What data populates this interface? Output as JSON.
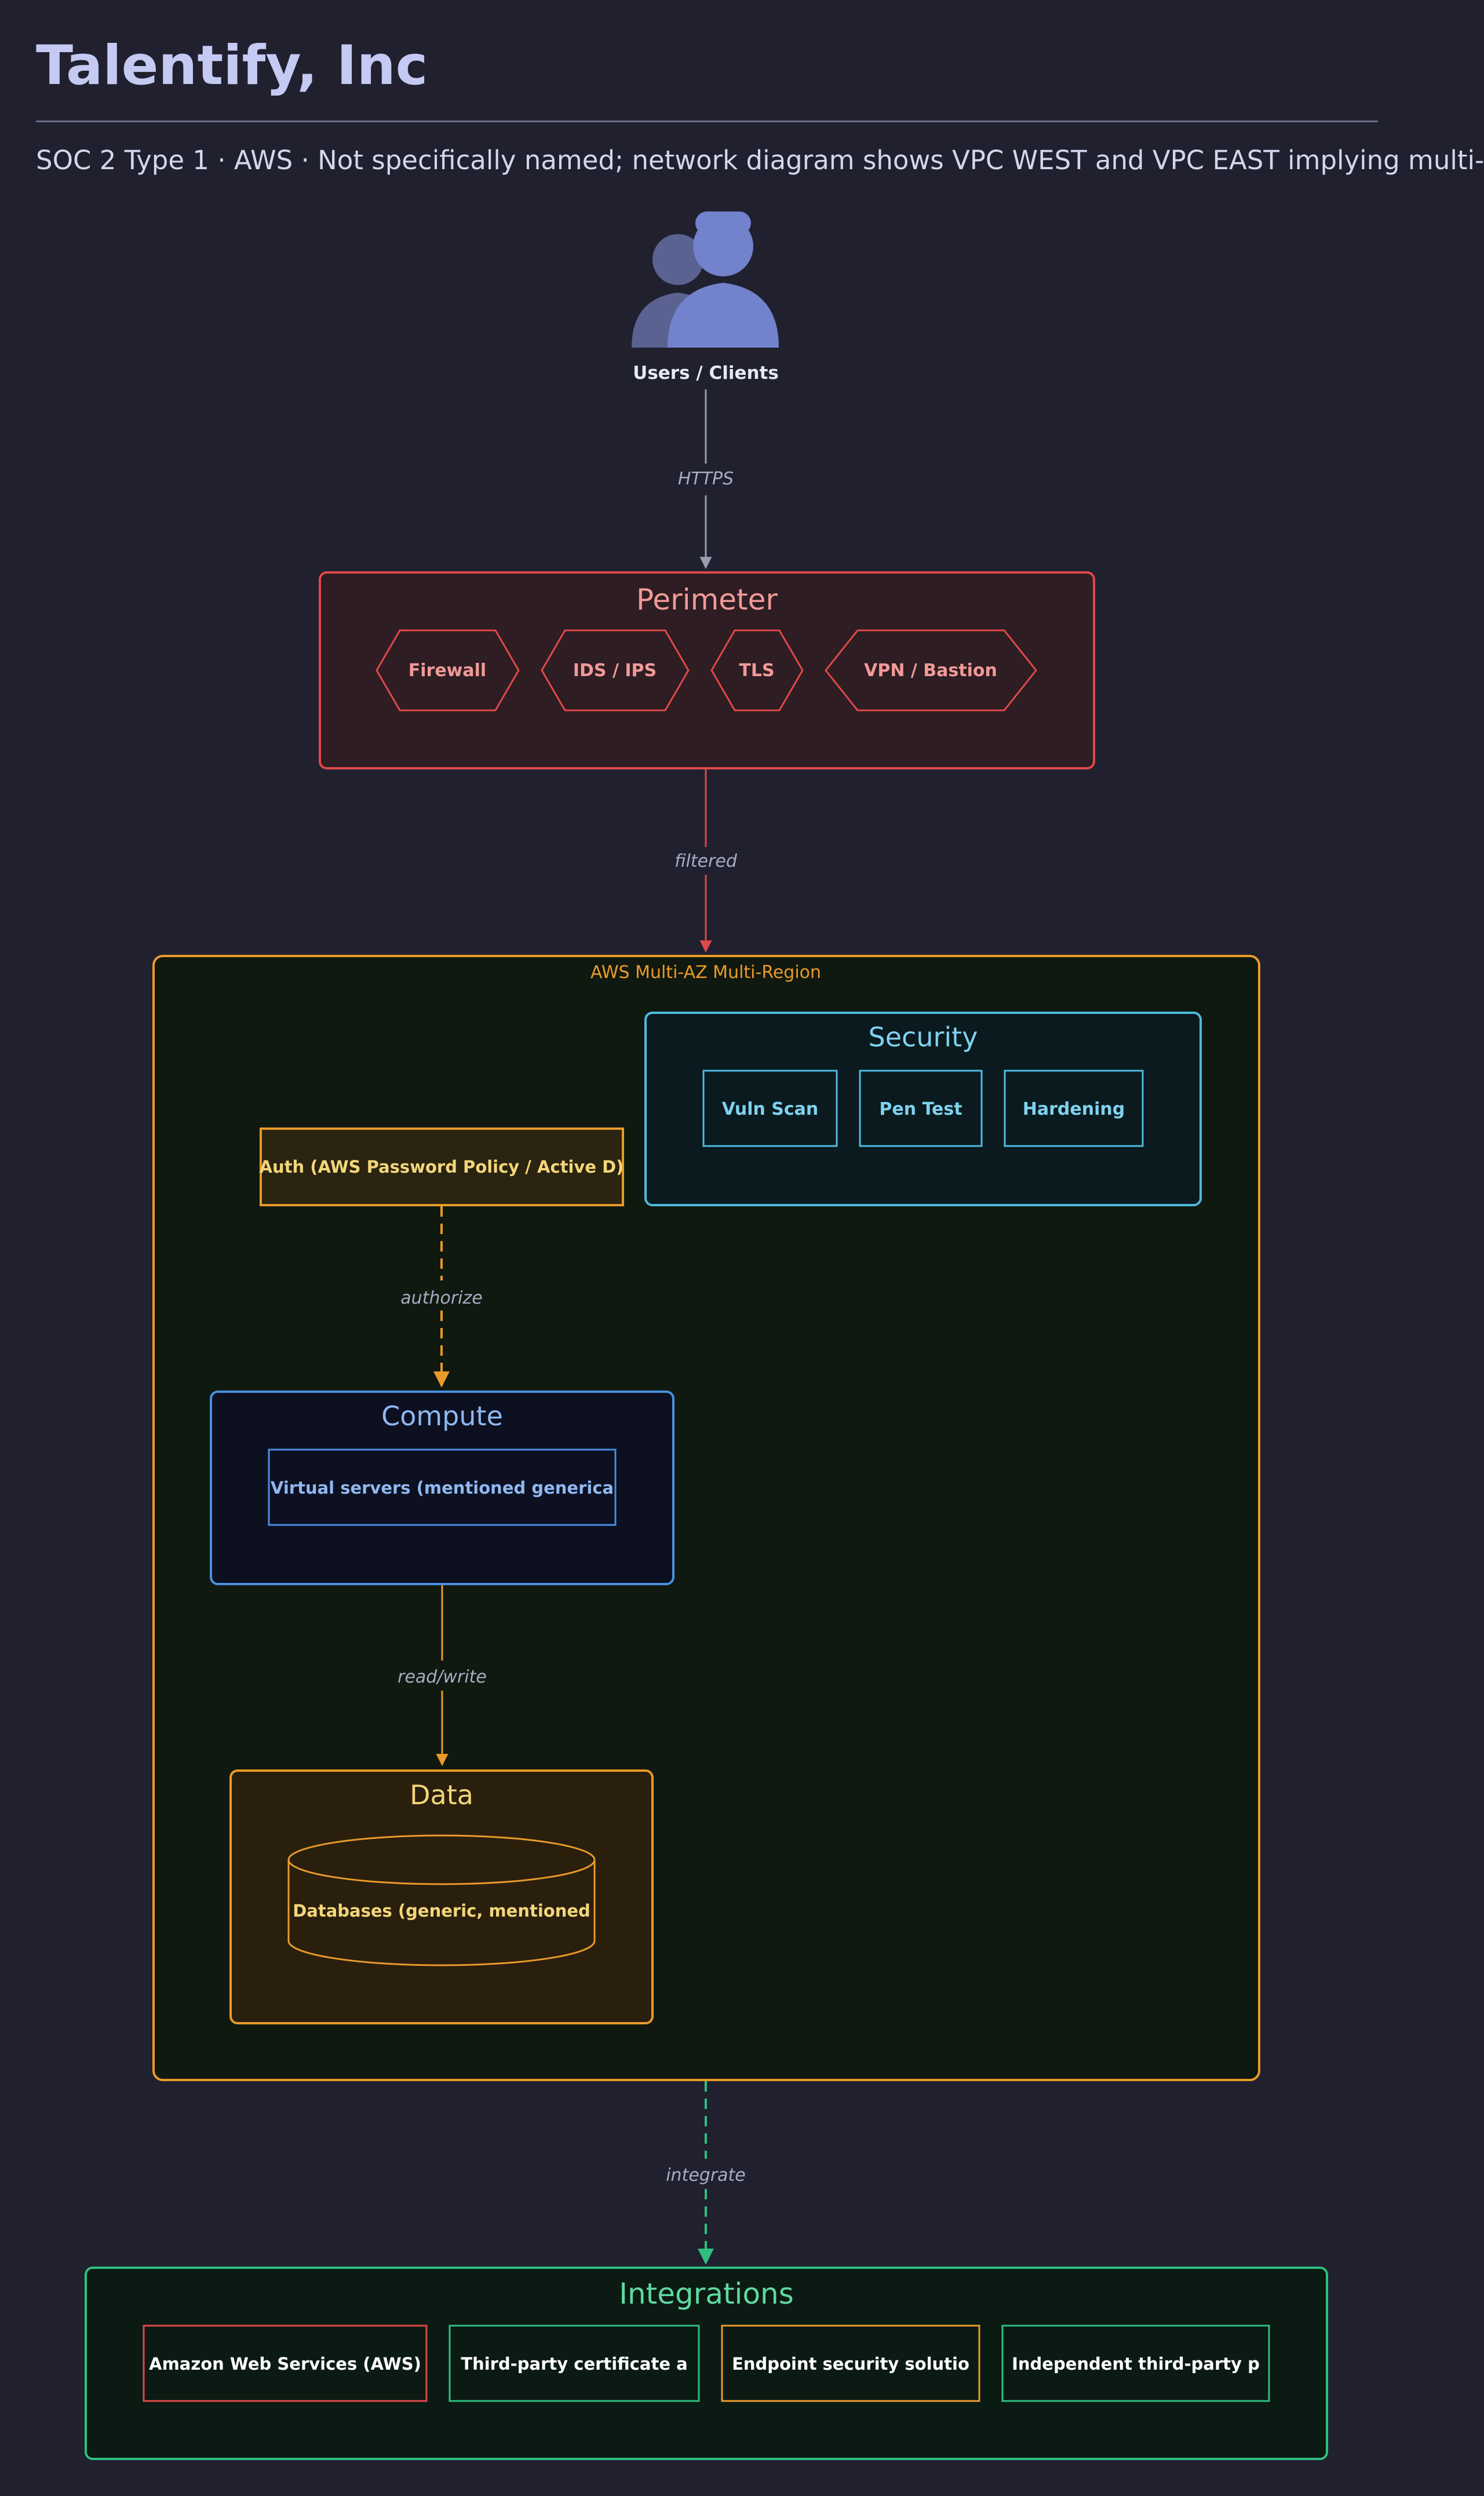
{
  "header": {
    "title": "Talentify, Inc",
    "subtitle": "SOC 2 Type 1 · AWS · Not specifically named; network diagram shows VPC WEST and VPC EAST implying multi-"
  },
  "colors": {
    "background": "#20202f",
    "perimeter": "#e0484a",
    "cloud": "#e99a2a",
    "security": "#4fbbe0",
    "compute": "#4a8fe0",
    "data": "#e99a2a",
    "integrations": "#2fbf80"
  },
  "users": {
    "icon": "users-icon",
    "label": "Users / Clients"
  },
  "edges": {
    "users_perimeter": "HTTPS",
    "perimeter_cloud": "filtered",
    "auth_compute": "authorize",
    "compute_data": "read/write",
    "cloud_integrations": "integrate"
  },
  "perimeter": {
    "title": "Perimeter",
    "items": [
      "Firewall",
      "IDS / IPS",
      "TLS",
      "VPN / Bastion"
    ]
  },
  "cloud": {
    "label": "AWS Multi-AZ Multi-Region"
  },
  "security": {
    "title": "Security",
    "items": [
      "Vuln Scan",
      "Pen Test",
      "Hardening"
    ]
  },
  "auth": {
    "label": "Auth (AWS Password Policy / Active D)"
  },
  "compute": {
    "title": "Compute",
    "items": [
      "Virtual servers (mentioned generica"
    ]
  },
  "data": {
    "title": "Data",
    "items": [
      "Databases (generic, mentioned"
    ]
  },
  "integrations": {
    "title": "Integrations",
    "items": [
      "Amazon Web Services (AWS)",
      "Third-party certificate a",
      "Endpoint security solutio",
      "Independent third-party p"
    ]
  }
}
